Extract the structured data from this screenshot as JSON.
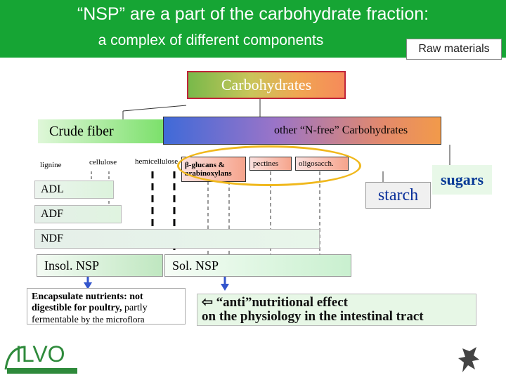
{
  "header": {
    "title": "“NSP” are a part of the carbohydrate fraction:",
    "subtitle": "a complex of different components",
    "raw_materials_label": "Raw materials",
    "bg_color": "#16a534"
  },
  "diagram": {
    "carbohydrates": "Carbohydrates",
    "crude_fiber": "Crude fiber",
    "other_carbs": "other “N-free” Carbohydrates",
    "lignine": "lignine",
    "cellulose": "cellulose",
    "hemicellulose": "hemicellulose",
    "glucans": "β-glucans &",
    "arabinoxylans": "arabinoxylans",
    "pectines": "pectines",
    "oligosacch": "oligosacch.",
    "starch": "starch",
    "sugars": "sugars",
    "adl": "ADL",
    "adf": "ADF",
    "ndf": "NDF",
    "insol_nsp": "Insol. NSP",
    "sol_nsp": "Sol. NSP",
    "highlight_color": "#f0b81c"
  },
  "notes": {
    "encap_bold": "Encapsulate nutrients: not digestible for poultry,",
    "encap_rest1": "partly fermentable",
    "encap_rest2": "by the microflora",
    "anti_line1": "⇦ “anti”nutritional effect",
    "anti_line2": "on the physiology in the intestinal tract"
  },
  "footer": {
    "logo": "ILVO",
    "logo_icon": "ilvo-logo-icon",
    "flanders_icon": "flanders-lion-icon"
  }
}
